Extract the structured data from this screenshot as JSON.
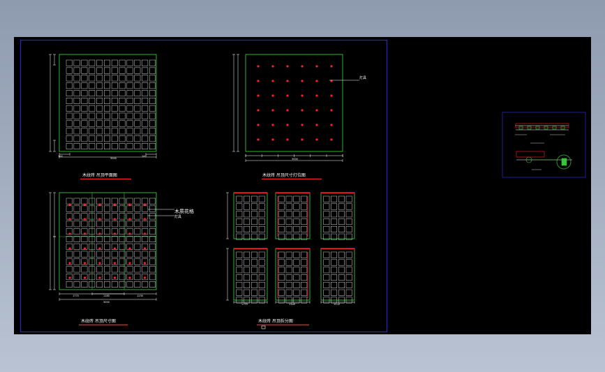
{
  "labels": {
    "plan_grid": "木纹砖 吊顶平面图",
    "plan_lights": "木纹砖 吊顶尺寸灯位图",
    "plan_dims": "木纹砖 吊顶尺寸图",
    "plan_split": "木纹砖 吊顶拆分图",
    "callout_wood_grid": "木质花格",
    "callout_light": "灯具",
    "callout_light_2": "灯具"
  },
  "dims": {
    "overall": "3000",
    "side_small": "100",
    "split_a": "1770",
    "split_b": "1230",
    "split_c": "1180",
    "panel_w": "1180"
  },
  "colors": {
    "model_bg": "#000000",
    "outer_bg_top": "#8e9aae",
    "outer_bg_bottom": "#b9c3d3",
    "sheet_border": "#2626c8",
    "outline": "#35c63a",
    "cell": "#d8d8d8",
    "light": "#ff2020",
    "title_underline": "#e02020"
  }
}
